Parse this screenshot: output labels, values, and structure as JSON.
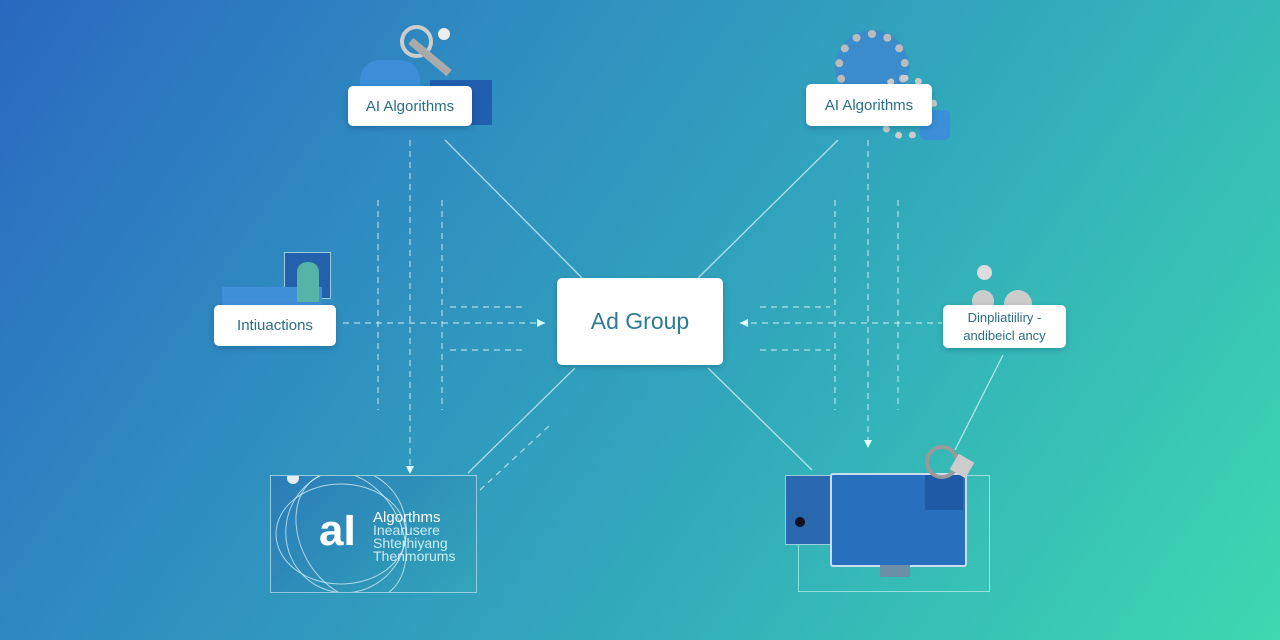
{
  "nodes": {
    "top_left": "AI Algorithms",
    "top_right": "AI Algorithms",
    "left": "Intiuactions",
    "center": "Ad Group",
    "right_line1": "Dinpliatiiliry -",
    "right_line2": "andibeicl ancy"
  },
  "panel_left": {
    "logo": "aI",
    "line1": "Algorthms",
    "line2": "Inearusere",
    "line3": "Shterhiyang",
    "line4": "Thenmorums"
  },
  "colors": {
    "bg_start": "#2a69c0",
    "bg_end": "#3dd9b0",
    "node_text": "#2a6f86"
  }
}
